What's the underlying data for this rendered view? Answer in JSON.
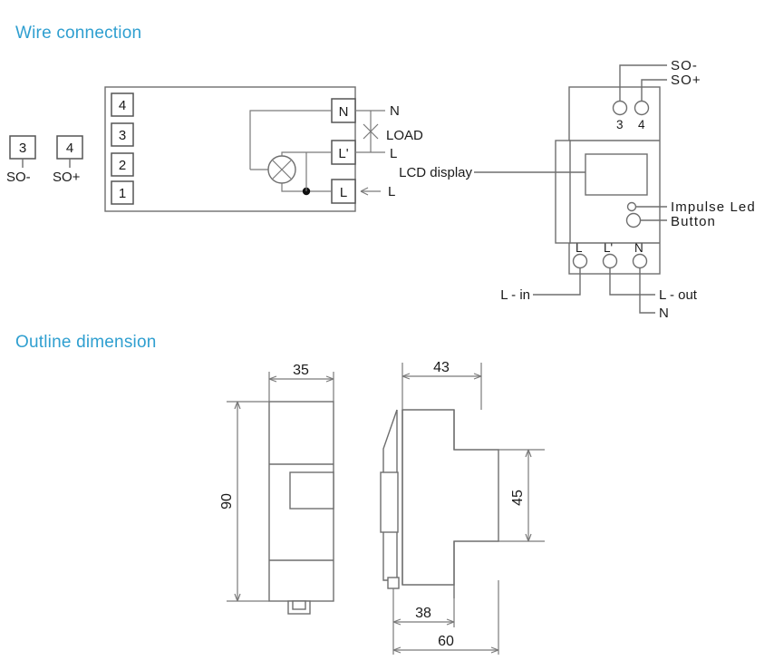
{
  "headings": {
    "wire_connection": "Wire connection",
    "outline_dimension": "Outline dimension"
  },
  "wire_connection": {
    "pulse_terminals": [
      {
        "number": "3",
        "label": "SO-"
      },
      {
        "number": "4",
        "label": "SO+"
      }
    ],
    "meter_block": {
      "left_terminals": [
        "4",
        "3",
        "2",
        "1"
      ],
      "right_terminals": [
        "N",
        "L'",
        "L"
      ],
      "internal_element": "measuring-element-circle"
    },
    "external_labels": {
      "neutral": "N",
      "load": "LOAD",
      "load_line": "L",
      "supply_line": "L"
    }
  },
  "device_view": {
    "top_terminals": [
      {
        "number": "3",
        "label": "SO-"
      },
      {
        "number": "4",
        "label": "SO+"
      }
    ],
    "callouts": {
      "lcd": "LCD display",
      "impulse_led": "Impulse Led",
      "button": "Button"
    },
    "bottom_terminals": [
      "L",
      "L'",
      "N"
    ],
    "bottom_wires": {
      "line_in": "L - in",
      "line_out": "L - out",
      "neutral": "N"
    }
  },
  "outline_dimension": {
    "front_view": {
      "width": "35",
      "height": "90"
    },
    "side_view": {
      "depth_top": "43",
      "step_height": "45",
      "depth_lower": "38",
      "depth_total": "60"
    }
  },
  "colors": {
    "heading": "#2f9fd0",
    "line": "#6e6e6e",
    "text": "#1a1a1a"
  }
}
